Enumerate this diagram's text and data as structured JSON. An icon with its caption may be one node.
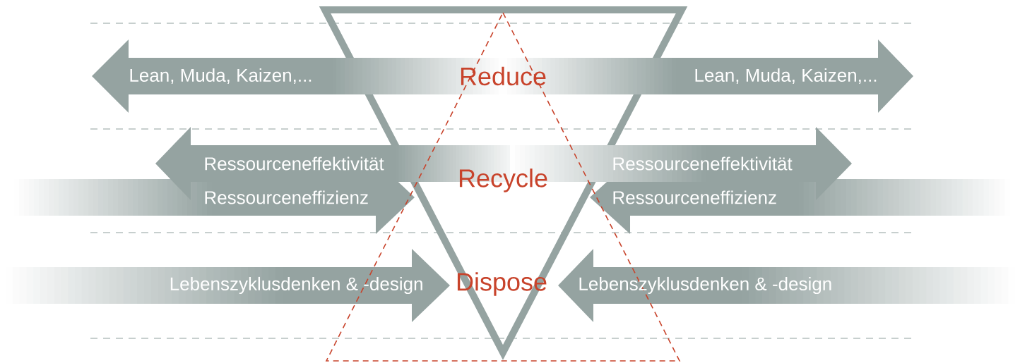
{
  "diagram": {
    "labels": [
      "Lean, Muda, Kaizen,...",
      "Reduce",
      "Lean, Muda, Kaizen,...",
      "Ressourceneffektivität",
      "Recycle",
      "Ressourceneffektivität",
      "Ressourceneffizienz",
      "Ressourceneffizienz",
      "Lebenszyklusdenken & -design",
      "Dispose",
      "Lebenszyklusdenken & -design"
    ]
  }
}
